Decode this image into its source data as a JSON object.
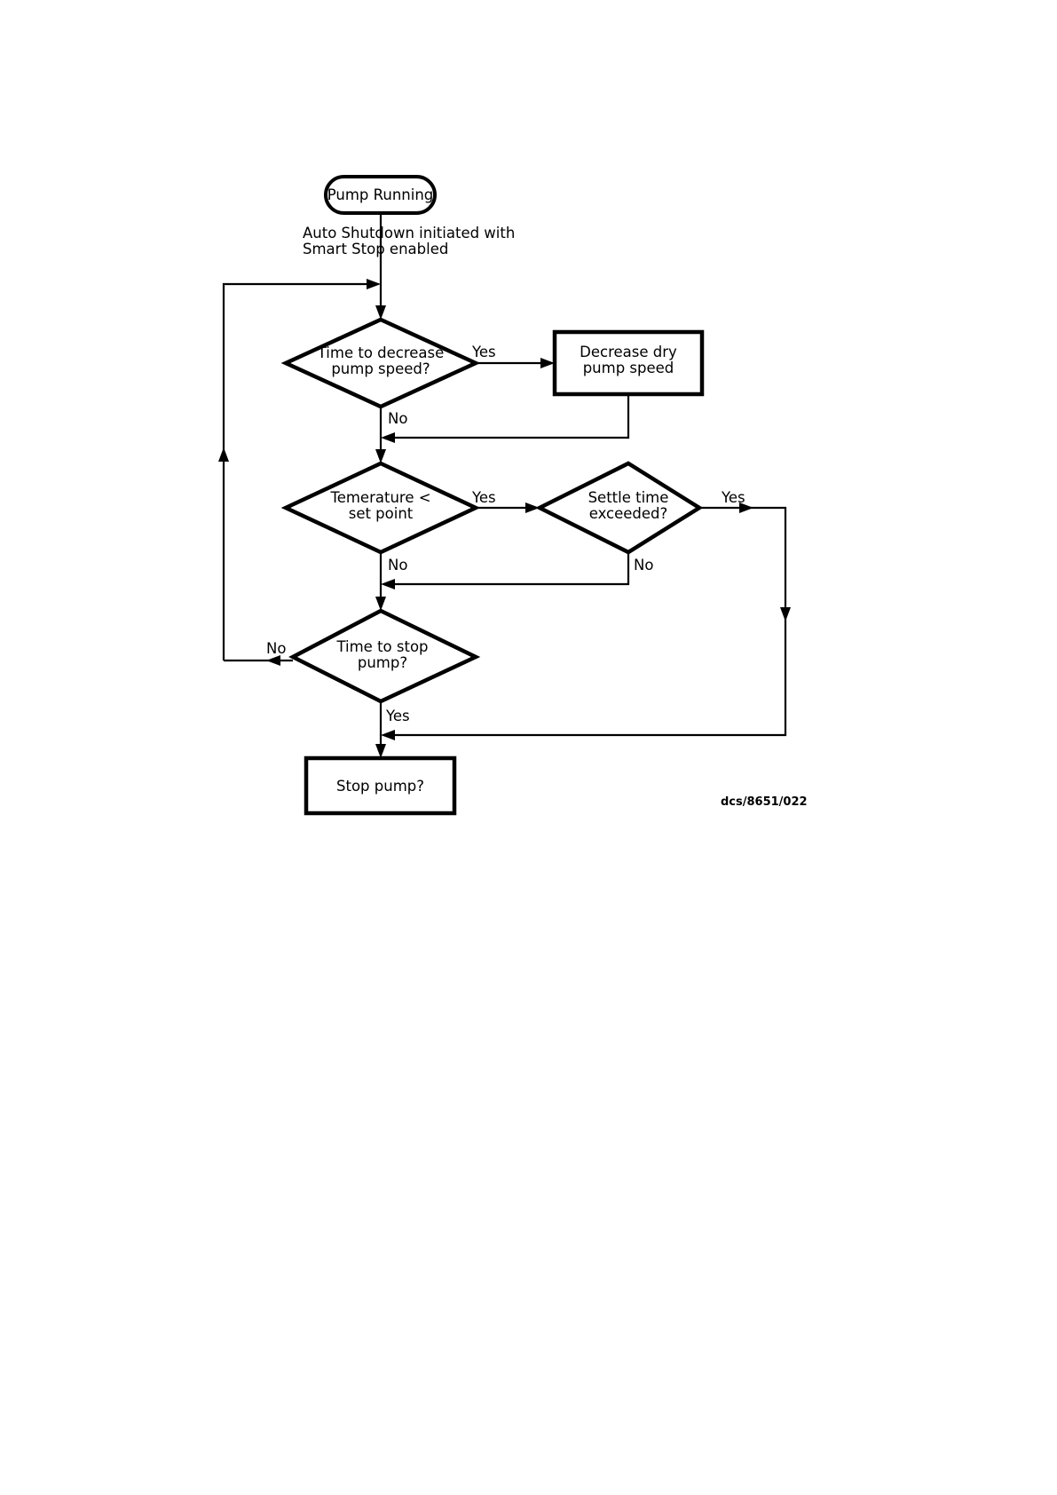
{
  "document": {
    "title": "Pump Auto Shutdown with Smart Stop flowchart",
    "reference_code": "dcs/8651/022",
    "background_color": "#ffffff",
    "line_color": "#000000"
  },
  "nodes": {
    "start": {
      "type": "terminator",
      "label": "Pump Running"
    },
    "annotation": {
      "line1": "Auto Shutdown initiated with",
      "line2": "Smart Stop enabled"
    },
    "decision_decrease": {
      "type": "decision",
      "line1": "Time to decrease",
      "line2": "pump speed?"
    },
    "process_decrease": {
      "type": "process",
      "line1": "Decrease dry",
      "line2": "pump speed"
    },
    "decision_temperature": {
      "type": "decision",
      "line1": "Temerature <",
      "line2": "set point"
    },
    "decision_settle": {
      "type": "decision",
      "line1": "Settle time",
      "line2": "exceeded?"
    },
    "decision_stop": {
      "type": "decision",
      "line1": "Time to stop",
      "line2": "pump?"
    },
    "end": {
      "type": "process",
      "label": "Stop pump?"
    }
  },
  "edge_labels": {
    "decrease_yes": "Yes",
    "decrease_no": "No",
    "temperature_yes": "Yes",
    "temperature_no": "No",
    "settle_yes": "Yes",
    "settle_no": "No",
    "stop_no": "No",
    "stop_yes": "Yes"
  }
}
